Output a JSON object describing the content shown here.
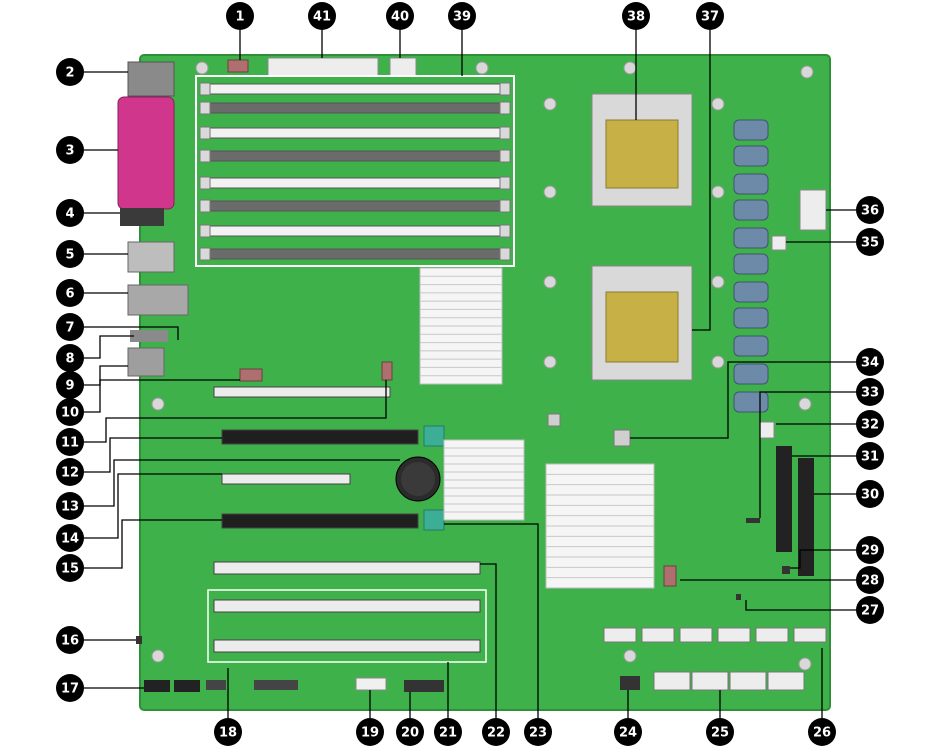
{
  "colors": {
    "board": "#3fb14a",
    "board_edge": "#2e8f38",
    "dimm_white": "#f2f2f2",
    "dimm_gray": "#6b6b6b",
    "slot_black": "#1f1f1f",
    "slot_white": "#ececec",
    "cpu_gold": "#c7b045",
    "parallel_port": "#d0368c",
    "heatsink": "#f5f5f5",
    "capacitor": "#6d8aa8",
    "callout": "#000000"
  },
  "callouts": [
    "1",
    "2",
    "3",
    "4",
    "5",
    "6",
    "7",
    "8",
    "9",
    "10",
    "11",
    "12",
    "13",
    "14",
    "15",
    "16",
    "17",
    "18",
    "19",
    "20",
    "21",
    "22",
    "23",
    "24",
    "25",
    "26",
    "27",
    "28",
    "29",
    "30",
    "31",
    "32",
    "33",
    "34",
    "35",
    "36",
    "37",
    "38",
    "39",
    "40",
    "41"
  ]
}
